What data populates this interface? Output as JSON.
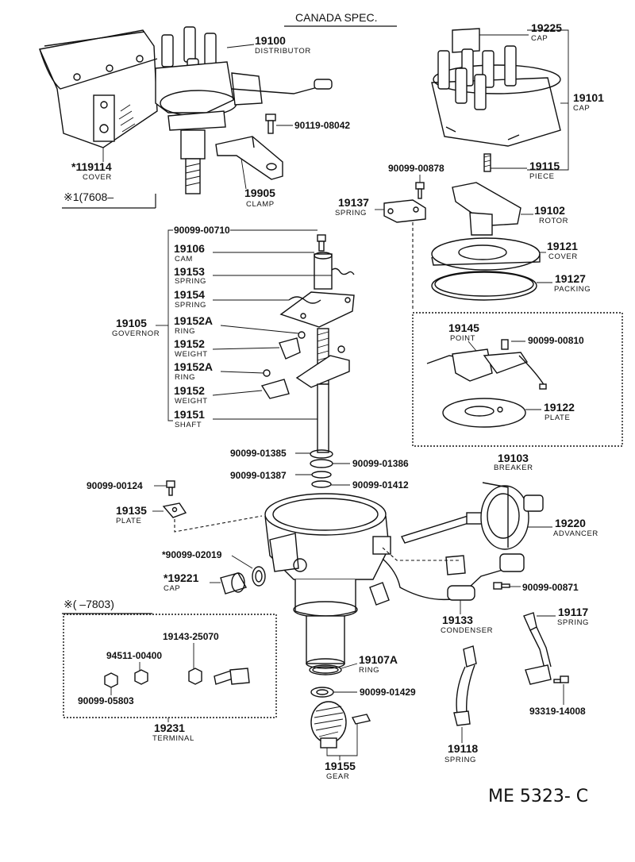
{
  "header": "CANADA SPEC.",
  "drawing_code": "ME 5323- C",
  "note_1": "※1(7608–",
  "note_2": "※(    –7803)",
  "parts": {
    "p19100": {
      "number": "19100",
      "name": "DISTRIBUTOR"
    },
    "p19114": {
      "number": "*119114",
      "name": "COVER"
    },
    "p90119": {
      "number": "90119-08042"
    },
    "p19905": {
      "number": "19905",
      "name": "CLAMP"
    },
    "p19225": {
      "number": "19225",
      "name": "CAP"
    },
    "p19101": {
      "number": "19101",
      "name": "CAP"
    },
    "p19115": {
      "number": "19115",
      "name": "PIECE"
    },
    "p90099_00878": {
      "number": "90099-00878"
    },
    "p19137": {
      "number": "19137",
      "name": "SPRING"
    },
    "p19102": {
      "number": "19102",
      "name": "ROTOR"
    },
    "p19121": {
      "number": "19121",
      "name": "COVER"
    },
    "p19127": {
      "number": "19127",
      "name": "PACKING"
    },
    "p90099_00710": {
      "number": "90099-00710"
    },
    "p19106": {
      "number": "19106",
      "name": "CAM"
    },
    "p19153": {
      "number": "19153",
      "name": "SPRING"
    },
    "p19154": {
      "number": "19154",
      "name": "SPRING"
    },
    "p19105": {
      "number": "19105",
      "name": "GOVERNOR"
    },
    "p19152A_1": {
      "number": "19152A",
      "name": "RING"
    },
    "p19152_1": {
      "number": "19152",
      "name": "WEIGHT"
    },
    "p19152A_2": {
      "number": "19152A",
      "name": "RING"
    },
    "p19152_2": {
      "number": "19152",
      "name": "WEIGHT"
    },
    "p19151": {
      "number": "19151",
      "name": "SHAFT"
    },
    "p19145": {
      "number": "19145",
      "name": "POINT"
    },
    "p90099_00810": {
      "number": "90099-00810"
    },
    "p19122": {
      "number": "19122",
      "name": "PLATE"
    },
    "p19103": {
      "number": "19103",
      "name": "BREAKER"
    },
    "p90099_01385": {
      "number": "90099-01385"
    },
    "p90099_01386": {
      "number": "90099-01386"
    },
    "p90099_01387": {
      "number": "90099-01387"
    },
    "p90099_01412": {
      "number": "90099-01412"
    },
    "p90099_00124": {
      "number": "90099-00124"
    },
    "p19135": {
      "number": "19135",
      "name": "PLATE"
    },
    "p19220": {
      "number": "19220",
      "name": "ADVANCER"
    },
    "p90099_02019": {
      "number": "*90099-02019"
    },
    "p19221": {
      "number": "*19221",
      "name": "CAP"
    },
    "p90099_00871": {
      "number": "90099-00871"
    },
    "p19133": {
      "number": "19133",
      "name": "CONDENSER"
    },
    "p19117": {
      "number": "19117",
      "name": "SPRING"
    },
    "p19143": {
      "number": "19143-25070"
    },
    "p94511": {
      "number": "94511-00400"
    },
    "p90099_05803": {
      "number": "90099-05803"
    },
    "p19231": {
      "number": "19231",
      "name": "TERMINAL"
    },
    "p19107A": {
      "number": "19107A",
      "name": "RING"
    },
    "p90099_01429": {
      "number": "90099-01429"
    },
    "p93319": {
      "number": "93319-14008"
    },
    "p19118": {
      "number": "19118",
      "name": "SPRING"
    },
    "p19155": {
      "number": "19155",
      "name": "GEAR"
    }
  }
}
